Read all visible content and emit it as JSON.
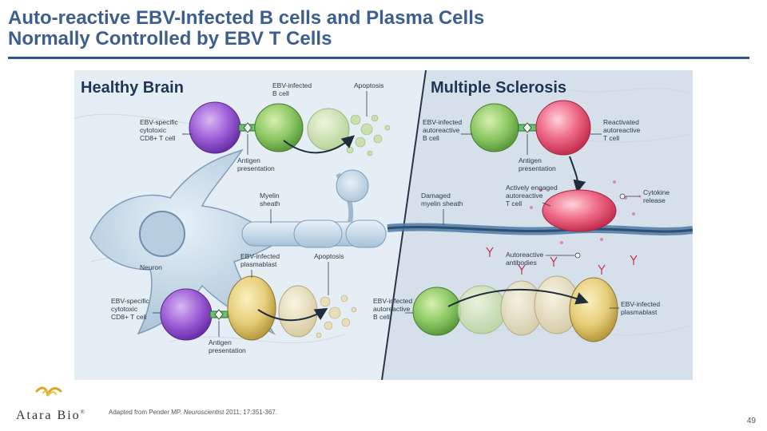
{
  "slide": {
    "title_line1": "Auto-reactive EBV-Infected B cells and Plasma Cells",
    "title_line2": "Normally Controlled by EBV T Cells",
    "page_number": "49",
    "citation_prefix": "Adapted from Pender MP.",
    "citation_journal": "Neuroscientist",
    "citation_suffix": "2011; 17:351-367."
  },
  "logo": {
    "text": "Atara Bio",
    "registered": "®"
  },
  "diagram": {
    "left_heading": "Healthy Brain",
    "right_heading": "Multiple Sclerosis",
    "left_labels": {
      "ebv_ctl_top": [
        "EBV-specific",
        "cytotoxic",
        "CD8+ T cell"
      ],
      "ebv_b_cell": [
        "EBV-infected",
        "B cell"
      ],
      "apoptosis_top": [
        "Apoptosis"
      ],
      "antigen_top": [
        "Antigen",
        "presentation"
      ],
      "myelin": [
        "Myelin",
        "sheath"
      ],
      "neuron": [
        "Neuron"
      ],
      "plasmablast": [
        "EBV-infected",
        "plasmablast"
      ],
      "apoptosis_bottom": [
        "Apoptosis"
      ],
      "ebv_ctl_bottom": [
        "EBV-specific",
        "cytotoxic",
        "CD8+ T cell"
      ],
      "antigen_bottom": [
        "Antigen",
        "presentation"
      ]
    },
    "right_labels": {
      "auto_b_top": [
        "EBV-infected",
        "autoreactive",
        "B cell"
      ],
      "reactivated_t": [
        "Reactivated",
        "autoreactive",
        "T cell"
      ],
      "antigen": [
        "Antigen",
        "presentation"
      ],
      "damaged_myelin": [
        "Damaged",
        "myelin sheath"
      ],
      "active_t": [
        "Actively engaged",
        "autoreactive",
        "T cell"
      ],
      "cytokine": [
        "Cytokine",
        "release"
      ],
      "antibodies": [
        "Autoreactive",
        "antibodies"
      ],
      "auto_b_bottom": [
        "EBV-infected",
        "autoreactive",
        "B cell"
      ],
      "plasmablast": [
        "EBV-infected",
        "plasmablast"
      ]
    }
  }
}
